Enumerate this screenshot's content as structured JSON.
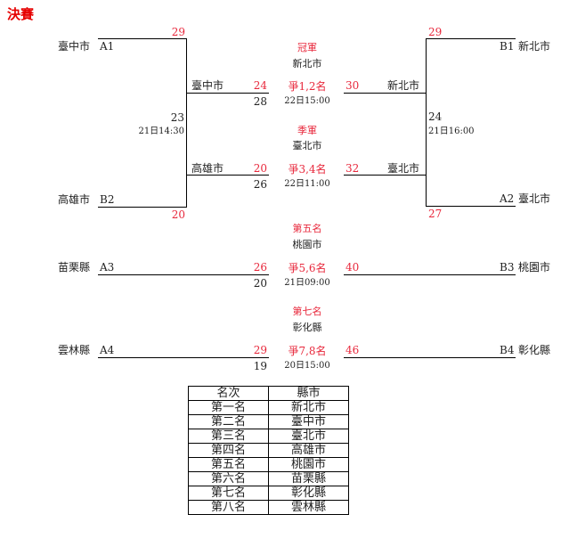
{
  "title": "決賽",
  "semifinals": {
    "left": {
      "top_team": {
        "name": "臺中市",
        "seed": "A1",
        "score": "29"
      },
      "bottom_team": {
        "name": "高雄市",
        "seed": "B2",
        "score": "20"
      },
      "game_no": "23",
      "time": "21日14:30"
    },
    "right": {
      "top_team": {
        "name": "新北市",
        "seed": "B1",
        "score": "29"
      },
      "bottom_team": {
        "name": "臺北市",
        "seed": "A2",
        "score": "27"
      },
      "game_no": "24",
      "time": "21日16:00"
    }
  },
  "final": {
    "result_label": "冠軍",
    "result_team": "新北市",
    "match_label": "爭1,2名",
    "time": "22日15:00",
    "left_team": "臺中市",
    "left_score": "24",
    "game_no": "28",
    "right_team": "新北市",
    "right_score": "30"
  },
  "third_place": {
    "result_label": "季軍",
    "result_team": "臺北市",
    "match_label": "爭3,4名",
    "time": "22日11:00",
    "left_team": "高雄市",
    "left_score": "20",
    "game_no": "26",
    "right_team": "臺北市",
    "right_score": "32"
  },
  "fifth_place": {
    "result_label": "第五名",
    "result_team": "桃園市",
    "match_label": "爭5,6名",
    "time": "21日09:00",
    "left_team": "苗栗縣",
    "left_seed": "A3",
    "left_score": "26",
    "game_no": "20",
    "right_team": "桃園市",
    "right_seed": "B3",
    "right_score": "40"
  },
  "seventh_place": {
    "result_label": "第七名",
    "result_team": "彰化縣",
    "match_label": "爭7,8名",
    "time": "20日15:00",
    "left_team": "雲林縣",
    "left_seed": "A4",
    "left_score": "29",
    "game_no": "19",
    "right_team": "彰化縣",
    "right_seed": "B4",
    "right_score": "46"
  },
  "ranking_table": {
    "headers": [
      "名次",
      "縣市"
    ],
    "rows": [
      [
        "第一名",
        "新北市"
      ],
      [
        "第二名",
        "臺中市"
      ],
      [
        "第三名",
        "臺北市"
      ],
      [
        "第四名",
        "高雄市"
      ],
      [
        "第五名",
        "桃園市"
      ],
      [
        "第六名",
        "苗栗縣"
      ],
      [
        "第七名",
        "彰化縣"
      ],
      [
        "第八名",
        "雲林縣"
      ]
    ]
  }
}
